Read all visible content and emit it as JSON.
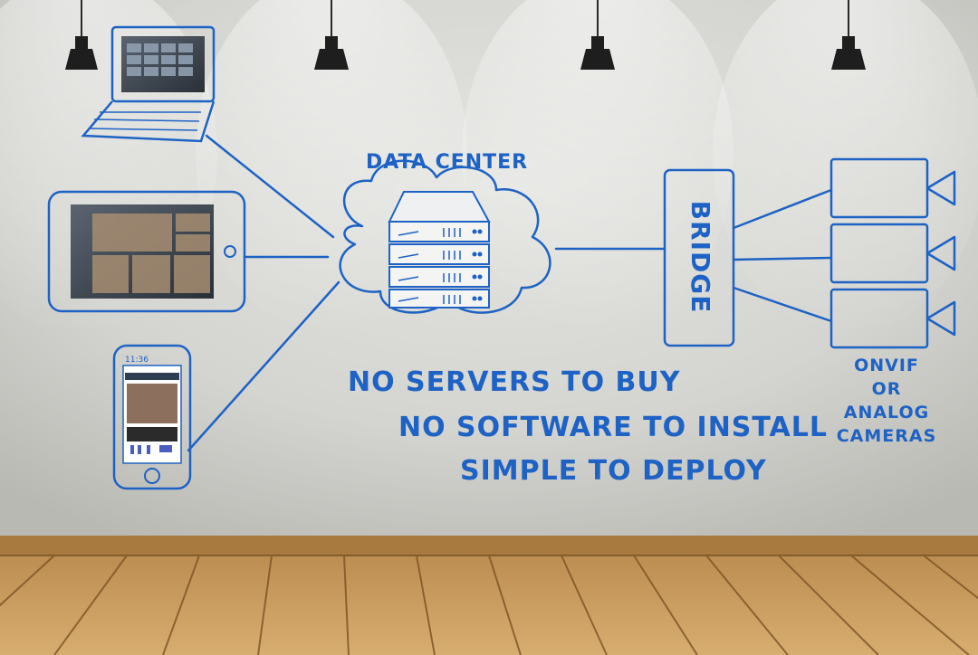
{
  "diagram": {
    "data_center_label": "DATA CENTER",
    "bridge_label": "BRIDGE",
    "cameras_label_lines": [
      "ONVIF",
      "OR",
      "ANALOG",
      "CAMERAS"
    ],
    "benefits": [
      "NO SERVERS TO BUY",
      "NO SOFTWARE TO INSTALL",
      "SIMPLE TO DEPLOY"
    ],
    "phone_status_time": "11:36"
  },
  "colors": {
    "ink": "#1d62c4",
    "wall": "#d9d9d6",
    "floor": "#c79a5e",
    "lamp": "#1e1e1e"
  }
}
